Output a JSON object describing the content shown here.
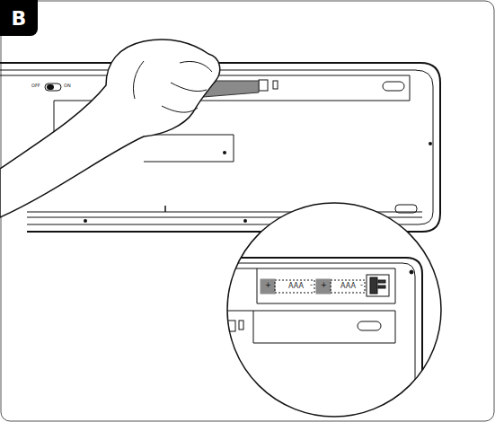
{
  "diagram": {
    "nodes": [
      {
        "text": [
          "B"
        ]
      }
    ],
    "labels": [
      "OFF",
      "ON",
      "+",
      "AAA",
      "-",
      "+",
      "AAA",
      "-"
    ]
  }
}
